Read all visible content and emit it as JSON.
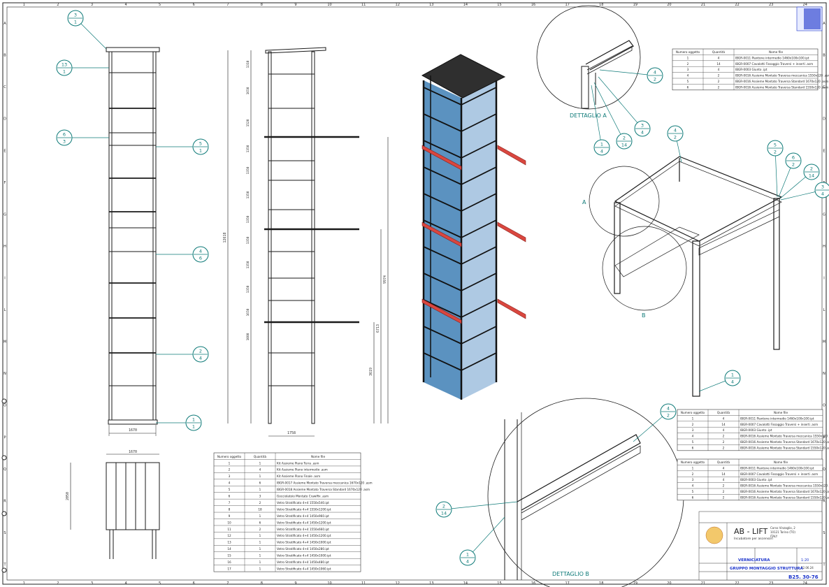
{
  "colors": {
    "line": "#1a1a1a",
    "teal": "#0e7a78",
    "rail_red": "#d9473f",
    "glass_blue": "#3e7fb5",
    "title_blue": "#1a33cc"
  },
  "border": {
    "columns": [
      "1",
      "2",
      "3",
      "4",
      "5",
      "6",
      "7",
      "8",
      "9",
      "10",
      "11",
      "12",
      "13",
      "14",
      "15",
      "16",
      "17",
      "18",
      "19",
      "20",
      "21",
      "22",
      "23",
      "24"
    ],
    "rows": [
      "A",
      "B",
      "C",
      "D",
      "E",
      "F",
      "G",
      "H",
      "I",
      "L",
      "M",
      "N",
      "O",
      "P",
      "Q",
      "R",
      "S",
      "T"
    ]
  },
  "balloons_left": [
    {
      "top": "3",
      "bottom": "1"
    },
    {
      "top": "13",
      "bottom": "1"
    },
    {
      "top": "6",
      "bottom": "3"
    },
    {
      "top": "5",
      "bottom": "1"
    },
    {
      "top": "4",
      "bottom": "6"
    },
    {
      "top": "2",
      "bottom": "4"
    },
    {
      "top": "1",
      "bottom": "1"
    }
  ],
  "balloons_right": [
    {
      "top": "4",
      "bottom": "2"
    },
    {
      "top": "3",
      "bottom": "4"
    },
    {
      "top": "2",
      "bottom": "14"
    },
    {
      "top": "1",
      "bottom": "4"
    },
    {
      "top": "4",
      "bottom": "2"
    },
    {
      "top": "5",
      "bottom": "2"
    },
    {
      "top": "6",
      "bottom": "2"
    },
    {
      "top": "2",
      "bottom": "14"
    },
    {
      "top": "3",
      "bottom": "4"
    },
    {
      "top": "1",
      "bottom": "4"
    },
    {
      "top": "4",
      "bottom": "2"
    },
    {
      "top": "2",
      "bottom": "14"
    },
    {
      "top": "1",
      "bottom": "4"
    }
  ],
  "labels": {
    "dettaglio_a": "DETTAGLIO A",
    "dettaglio_b": "DETTAGLIO B",
    "circle_a": "A",
    "circle_b": "B"
  },
  "dims": {
    "front_width": "1670",
    "side_width": "1758",
    "plan_depth": "1670",
    "plan_height": "2050",
    "overall_height": "12618",
    "side_h1": "9974",
    "side_h2": "6713",
    "side_h3": "3619",
    "side_segments": [
      "1310",
      "1650",
      "1520",
      "1350",
      "1350",
      "1350",
      "1350",
      "1350",
      "1350",
      "1350",
      "1650",
      "1080"
    ]
  },
  "bom_headers": [
    "Numero oggetto",
    "Quantità",
    "Nome file"
  ],
  "bom_main": [
    [
      "1",
      "1",
      "Kit Assieme Piano Terra .asm"
    ],
    [
      "2",
      "4",
      "Kit Assieme Piano intermedio .asm"
    ],
    [
      "3",
      "1",
      "Kit Assieme Piano Finale .asm"
    ],
    [
      "4",
      "6",
      "IBGR-0017 Assieme Montato Traversa meccanica 1670x120 .asm"
    ],
    [
      "5",
      "1",
      "IBGR-0018 Assieme Montato Traversa Standard 1670x120 .asm"
    ],
    [
      "6",
      "3",
      "Gocciolatoio Montato Crawlfix .asm"
    ],
    [
      "7",
      "2",
      "Vetro Stratificato 4+4 1550x540.ipt"
    ],
    [
      "8",
      "18",
      "Vetro Stratificato 4+4 1550x1200.ipt"
    ],
    [
      "9",
      "1",
      "Vetro Stratificato 4+4 1450x960.ipt"
    ],
    [
      "10",
      "6",
      "Vetro Stratificato 4+4 1450x1200.ipt"
    ],
    [
      "11",
      "2",
      "Vetro Stratificato 4+4 1550x660.ipt"
    ],
    [
      "12",
      "1",
      "Vetro Stratificato 4+4 1450x1200.ipt"
    ],
    [
      "13",
      "1",
      "Vetro Stratificato 4+4 1450x1000.ipt"
    ],
    [
      "14",
      "1",
      "Vetro Stratificato 4+4 1450x280.ipt"
    ],
    [
      "15",
      "1",
      "Vetro Stratificato 4+4 1450x1000.ipt"
    ],
    [
      "16",
      "1",
      "Vetro Stratificato 4+4 1450x480.ipt"
    ],
    [
      "17",
      "1",
      "Vetro Stratificato 4+4 1450x1060.ipt"
    ]
  ],
  "bom_detail_a": [
    [
      "1",
      "4",
      "IBGR-0011 Piantone intermedio 1460x100x100.ipt"
    ],
    [
      "2",
      "14",
      "IBGR-0007 Cavalotti Fissaggio Traversi + inserti .asm"
    ],
    [
      "3",
      "4",
      "IBGR-0003 Giunto .ipt"
    ],
    [
      "4",
      "2",
      "IBGR-0016 Assieme Montato Traversa meccanica 1550x120 .asm"
    ],
    [
      "5",
      "2",
      "IBGR-0016 Assieme Montato Traversa Standard 1670x120 .asm"
    ],
    [
      "6",
      "2",
      "IBGR-0016 Assieme Montato Traversa Standard 1550x120 .asm"
    ]
  ],
  "bom_detail_b": [
    [
      "1",
      "4",
      "IBGR-0011 Piantone intermedio 1460x100x100.ipt"
    ],
    [
      "2",
      "14",
      "IBGR-0007 Cavalotti Fissaggio Traversi + inserti .asm"
    ],
    [
      "3",
      "4",
      "IBGR-0003 Giunto .ipt"
    ],
    [
      "4",
      "2",
      "IBGR-0016 Assieme Montato Traversa meccanica 1550x120 .asm"
    ],
    [
      "5",
      "2",
      "IBGR-0016 Assieme Montato Traversa Standard 1670x120 .asm"
    ],
    [
      "6",
      "2",
      "IBGR-0016 Assieme Montato Traversa Standard 1550x120 .asm"
    ]
  ],
  "bom_detail_c": [
    [
      "1",
      "4",
      "IBGR-0011 Piantone intermedio 1460x100x100.ipt"
    ],
    [
      "2",
      "14",
      "IBGR-0007 Cavalotti Fissaggio Traversi + inserti .asm"
    ],
    [
      "3",
      "4",
      "IBGR-0003 Giunto .ipt"
    ],
    [
      "4",
      "2",
      "IBGR-0016 Assieme Montato Traversa meccanica 1550x120 .asm"
    ],
    [
      "5",
      "2",
      "IBGR-0016 Assieme Montato Traversa Standard 1670x120 .asm"
    ],
    [
      "6",
      "2",
      "IBGR-0016 Assieme Montato Traversa Standard 1550x120 .asm"
    ]
  ],
  "title_block": {
    "company": "AB - LIFT",
    "tagline": "Incubatore per ascensori",
    "address_line1": "Corso Vinzaglio, 2",
    "address_line2": "10121 Torino (TO)",
    "address_line3": "ITALY",
    "finish": "VERNICIATURA",
    "title": "GRUPPO MONTAGGIO STRUTTURA",
    "drawing_no": "B25. 30-76",
    "scale": "1:20",
    "date": "22.06.24"
  }
}
